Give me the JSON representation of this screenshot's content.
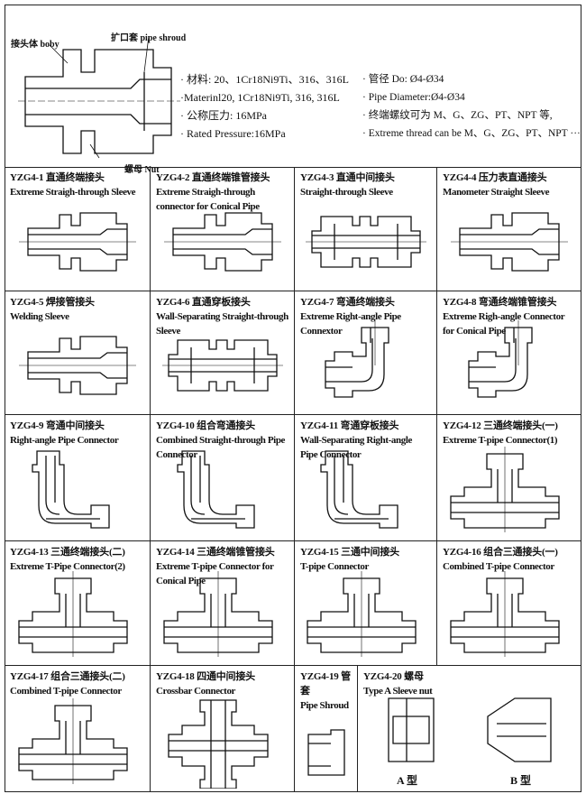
{
  "header": {
    "labels": {
      "body": "接头体 boby",
      "shroud": "扩口套 pipe shroud",
      "nut": "螺母 Nut"
    },
    "specs_left": [
      "· 材料: 20、1Cr18Ni9Ti、316、316L",
      "·Materinl20, 1Cr18Ni9Ti, 316, 316L",
      "· 公称压力:  16MPa",
      "· Rated Pressure:16MPa"
    ],
    "specs_right": [
      "· 管径 Do: Ø4-Ø34",
      "· Pipe Diameter:Ø4-Ø34",
      "· 终端螺纹可为 M、G、ZG、PT、NPT 等,",
      "· Extreme thread can be M、G、ZG、PT、NPT ···"
    ]
  },
  "items": [
    {
      "code": "YZG4-1 直通终端接头",
      "name": "Extreme Straigh-through Sleeve",
      "icon": "straight"
    },
    {
      "code": "YZG4-2 直通终端锥管接头",
      "name": "Extreme Straigh-through connector for Conical Pipe",
      "icon": "straight"
    },
    {
      "code": "YZG4-3 直通中间接头",
      "name": "Straight-through Sleeve",
      "icon": "union"
    },
    {
      "code": "YZG4-4 压力表直通接头",
      "name": "Manometer Straight Sleeve",
      "icon": "straight"
    },
    {
      "code": "YZG4-5 焊接管接头",
      "name": "Welding Sleeve",
      "icon": "straight"
    },
    {
      "code": "YZG4-6 直通穿板接头",
      "name": "Wall-Separating Straight-through Sleeve",
      "icon": "union"
    },
    {
      "code": "YZG4-7 弯通终端接头",
      "name": "Extreme Right-angle Pipe Connextor",
      "icon": "elbow"
    },
    {
      "code": "YZG4-8 弯通终端锥管接头",
      "name": "Extreme Righ-angle Connector for Conical Pipe",
      "icon": "elbow"
    },
    {
      "code": "YZG4-9 弯通中间接头",
      "name": "Right-angle Pipe Connector",
      "icon": "elbow2"
    },
    {
      "code": "YZG4-10 组合弯通接头",
      "name": "Combined Straight-through Pipe Connector",
      "icon": "elbow2"
    },
    {
      "code": "YZG4-11 弯通穿板接头",
      "name": "Wall-Separating Right-angle Pipe Connector",
      "icon": "elbow2"
    },
    {
      "code": "YZG4-12 三通终端接头(一)",
      "name": "Extreme T-pipe Connector(1)",
      "icon": "tee"
    },
    {
      "code": "YZG4-13 三通终端接头(二)",
      "name": "Extreme T-Pipe Connector(2)",
      "icon": "tee"
    },
    {
      "code": "YZG4-14 三通终端锥管接头",
      "name": "Extreme T-pipe Connector for Conical Pipe",
      "icon": "tee"
    },
    {
      "code": "YZG4-15 三通中间接头",
      "name": "T-pipe Connector",
      "icon": "tee"
    },
    {
      "code": "YZG4-16 组合三通接头(一)",
      "name": "Combined T-pipe Connector",
      "icon": "tee"
    },
    {
      "code": "YZG4-17 组合三通接头(二)",
      "name": "Combined T-pipe Connector",
      "icon": "tee"
    },
    {
      "code": "YZG4-18 四通中间接头",
      "name": "Crossbar Connector",
      "icon": "cross"
    },
    {
      "code": "YZG4-19 管套",
      "name": "Pipe Shroud",
      "icon": "shroud"
    },
    {
      "code": "YZG4-20 螺母",
      "name": "Type A Sleeve nut",
      "icon": "nut"
    }
  ],
  "nut_types": {
    "a": "A 型",
    "b": "B 型"
  }
}
